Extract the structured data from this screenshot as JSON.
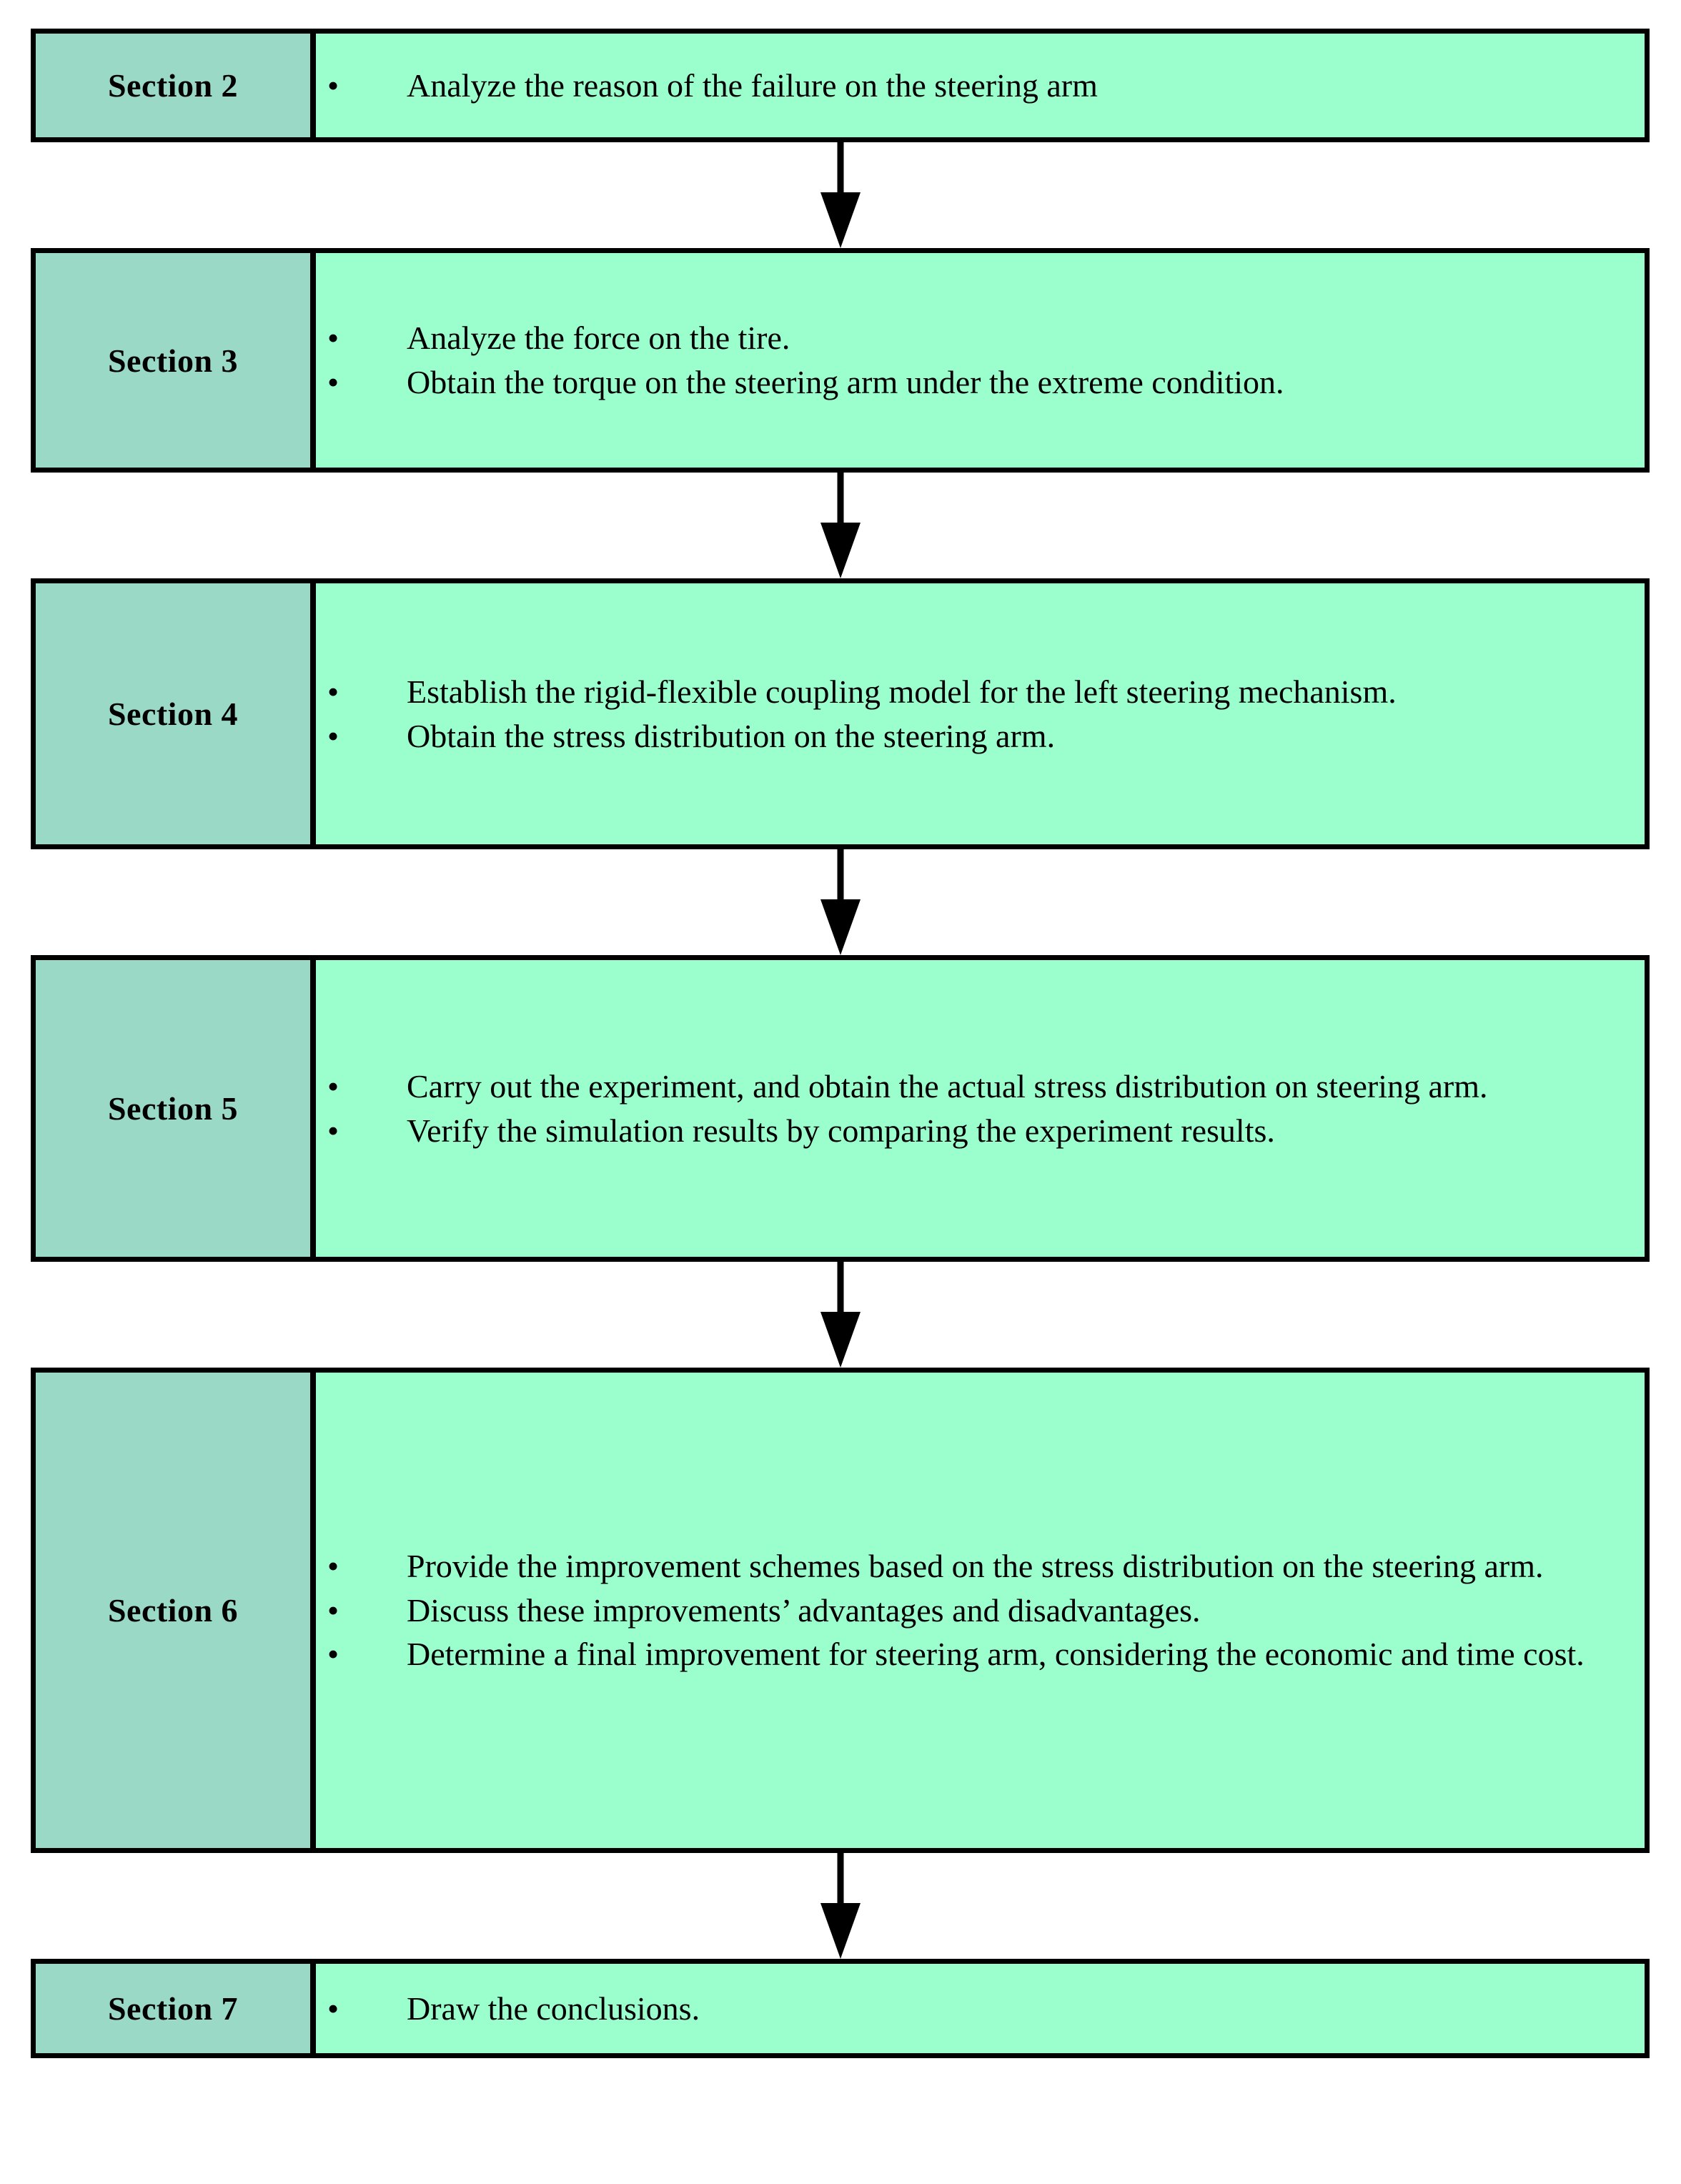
{
  "diagram": {
    "title": "Paper organization flowchart",
    "colors": {
      "label_fill": "#9AD9C6",
      "body_fill": "#9BFECD",
      "border": "#000000",
      "text": "#000000",
      "background": "#FFFFFF"
    },
    "bullet_glyph": "•",
    "arrow_icon_name": "down-arrow-icon",
    "nodes": [
      {
        "label": "Section 2",
        "bullets": [
          "Analyze the reason of the failure on the steering arm"
        ]
      },
      {
        "label": "Section 3",
        "bullets": [
          "Analyze the force on the tire.",
          "Obtain the torque on the steering arm under the extreme condition."
        ]
      },
      {
        "label": "Section 4",
        "bullets": [
          "Establish the rigid-flexible coupling model for the left steering mechanism.",
          "Obtain the stress distribution on the steering arm."
        ]
      },
      {
        "label": "Section 5",
        "bullets": [
          "Carry out the experiment, and obtain the actual stress distribution on steering arm.",
          "Verify the simulation results by comparing the experiment results."
        ]
      },
      {
        "label": "Section 6",
        "bullets": [
          "Provide the improvement schemes based on the stress distribution on the steering arm.",
          "Discuss these improvements’ advantages and disadvantages.",
          "Determine a final improvement for steering arm, considering the economic and time cost."
        ]
      },
      {
        "label": "Section 7",
        "bullets": [
          "Draw the conclusions."
        ]
      }
    ]
  }
}
